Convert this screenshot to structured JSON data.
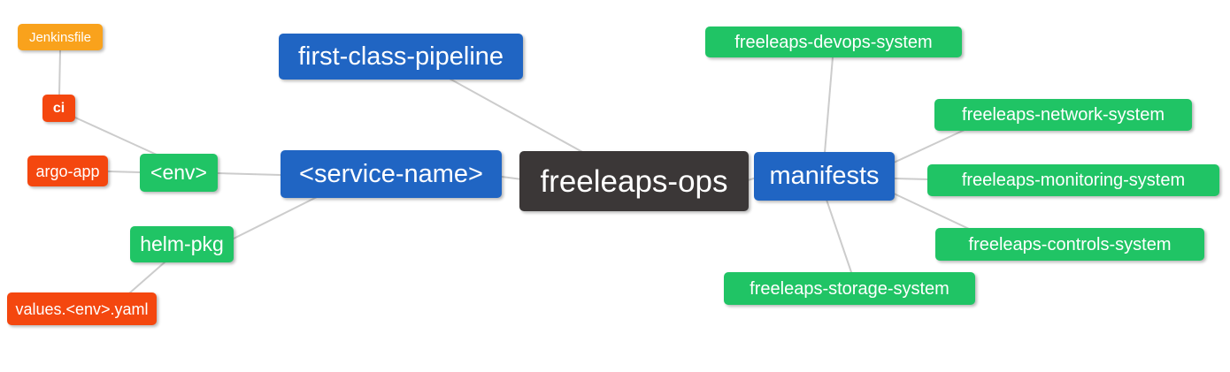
{
  "diagram": {
    "type": "mindmap",
    "root": "freeleaps-ops",
    "palette": {
      "blue": "#2065C3",
      "green": "#20C465",
      "red": "#F4470F",
      "orange": "#F9A21C",
      "dark": "#3B3737",
      "edge": "#CCCCCC",
      "text": "#FFFFFF",
      "background": "#FFFFFF"
    },
    "nodes": [
      {
        "id": "jenkinsfile",
        "label": "Jenkinsfile",
        "color": "orange"
      },
      {
        "id": "ci",
        "label": "ci",
        "color": "red"
      },
      {
        "id": "argo-app",
        "label": "argo-app",
        "color": "red"
      },
      {
        "id": "env",
        "label": "<env>",
        "color": "green"
      },
      {
        "id": "helm-pkg",
        "label": "helm-pkg",
        "color": "green"
      },
      {
        "id": "values-env-yaml",
        "label": "values.<env>.yaml",
        "color": "red"
      },
      {
        "id": "first-class-pipeline",
        "label": "first-class-pipeline",
        "color": "blue"
      },
      {
        "id": "service-name",
        "label": "<service-name>",
        "color": "blue"
      },
      {
        "id": "freeleaps-ops",
        "label": "freeleaps-ops",
        "color": "dark"
      },
      {
        "id": "manifests",
        "label": "manifests",
        "color": "blue"
      },
      {
        "id": "freeleaps-devops-system",
        "label": "freeleaps-devops-system",
        "color": "green"
      },
      {
        "id": "freeleaps-network-system",
        "label": "freeleaps-network-system",
        "color": "green"
      },
      {
        "id": "freeleaps-monitoring-system",
        "label": "freeleaps-monitoring-system",
        "color": "green"
      },
      {
        "id": "freeleaps-controls-system",
        "label": "freeleaps-controls-system",
        "color": "green"
      },
      {
        "id": "freeleaps-storage-system",
        "label": "freeleaps-storage-system",
        "color": "green"
      }
    ],
    "edges": [
      {
        "from": "jenkinsfile",
        "to": "ci"
      },
      {
        "from": "ci",
        "to": "env"
      },
      {
        "from": "argo-app",
        "to": "env"
      },
      {
        "from": "env",
        "to": "service-name"
      },
      {
        "from": "helm-pkg",
        "to": "service-name"
      },
      {
        "from": "values-env-yaml",
        "to": "helm-pkg"
      },
      {
        "from": "first-class-pipeline",
        "to": "freeleaps-ops"
      },
      {
        "from": "service-name",
        "to": "freeleaps-ops"
      },
      {
        "from": "freeleaps-ops",
        "to": "manifests"
      },
      {
        "from": "manifests",
        "to": "freeleaps-devops-system"
      },
      {
        "from": "manifests",
        "to": "freeleaps-network-system"
      },
      {
        "from": "manifests",
        "to": "freeleaps-monitoring-system"
      },
      {
        "from": "manifests",
        "to": "freeleaps-controls-system"
      },
      {
        "from": "manifests",
        "to": "freeleaps-storage-system"
      }
    ]
  }
}
